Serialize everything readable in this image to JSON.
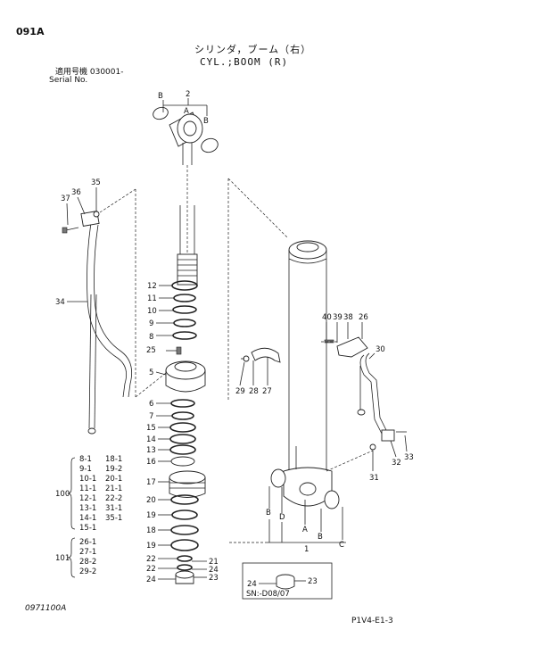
{
  "sheet_code": "091A",
  "title_jp": "シリンダ，ブーム（右）",
  "title_en": "CYL.;BOOM (R)",
  "applicable_model_label": "適用号機 030001-",
  "serial_label": "Serial No.",
  "footer_left": "0971100A",
  "footer_right": "P1V4-E1-3",
  "detail_box": {
    "note": "SN:-D08/07",
    "left_callout": "24",
    "right_callout": "23"
  },
  "top_callouts": {
    "part_2": "2",
    "view_a": "A",
    "view_b_left": "B",
    "view_b_right": "B"
  },
  "column_callouts": [
    "12",
    "11",
    "10",
    "9",
    "8",
    "25",
    "5",
    "6",
    "7",
    "15",
    "14",
    "13",
    "16",
    "17",
    "20",
    "19",
    "18",
    "19",
    "22",
    "22",
    "24"
  ],
  "column_right_callouts": [
    "21",
    "24",
    "23"
  ],
  "pipe_callouts": [
    "37",
    "36",
    "35",
    "34"
  ],
  "bracket_callouts": [
    "40",
    "39",
    "38",
    "26",
    "30",
    "29",
    "28",
    "27",
    "32",
    "33",
    "31"
  ],
  "barrel_callouts": {
    "part_1": "1",
    "left_letters": [
      "B",
      "D",
      "A"
    ],
    "right_letters": [
      "B",
      "C"
    ]
  },
  "kit_100": {
    "number": "100",
    "rows": [
      {
        "left": "8-1",
        "right": "18-1"
      },
      {
        "left": "9-1",
        "right": "19-2"
      },
      {
        "left": "10-1",
        "right": "20-1"
      },
      {
        "left": "11-1",
        "right": "21-1"
      },
      {
        "left": "12-1",
        "right": "22-2"
      },
      {
        "left": "13-1",
        "right": "31-1"
      },
      {
        "left": "14-1",
        "right": "35-1"
      },
      {
        "left": "15-1",
        "right": ""
      }
    ]
  },
  "kit_101": {
    "number": "101",
    "rows": [
      "26-1",
      "27-1",
      "28-2",
      "29-2"
    ]
  }
}
